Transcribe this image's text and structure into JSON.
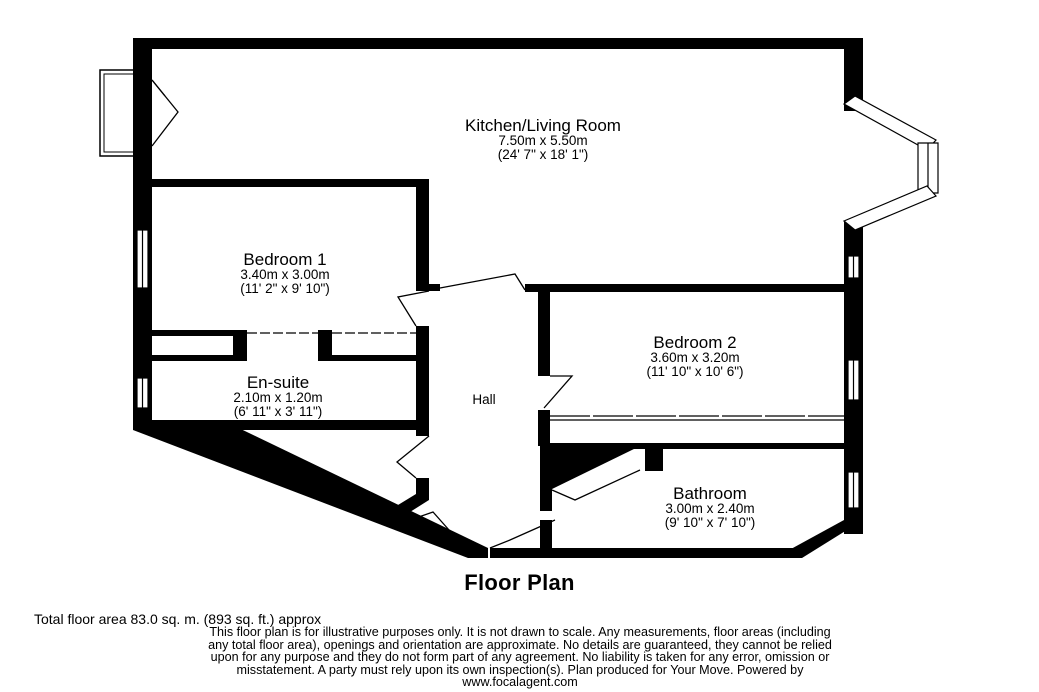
{
  "rooms": {
    "kitchen": {
      "name": "Kitchen/Living Room",
      "metric": "7.50m x 5.50m",
      "imperial": "(24' 7\" x 18' 1\")"
    },
    "bedroom1": {
      "name": "Bedroom 1",
      "metric": "3.40m x 3.00m",
      "imperial": "(11' 2\" x 9' 10\")"
    },
    "bedroom2": {
      "name": "Bedroom 2",
      "metric": "3.60m x 3.20m",
      "imperial": "(11' 10\" x 10' 6\")"
    },
    "ensuite": {
      "name": "En-suite",
      "metric": "2.10m x 1.20m",
      "imperial": "(6' 11\" x 3' 11\")"
    },
    "hall": {
      "name": "Hall"
    },
    "bathroom": {
      "name": "Bathroom",
      "metric": "3.00m x 2.40m",
      "imperial": "(9' 10\" x 7' 10\")"
    }
  },
  "footer": {
    "title": "Floor Plan",
    "total_area": "Total floor area 83.0 sq. m. (893 sq. ft.) approx",
    "disclaimer_lines": [
      "This floor plan is for illustrative purposes only. It is not drawn to scale. Any measurements, floor areas (including",
      "any total floor area), openings and orientation are approximate. No details are guaranteed, they cannot be relied",
      "upon for any purpose and they do not form part of any agreement. No liability is taken for any error, omission or",
      "misstatement. A party must rely upon its own inspection(s). Plan produced for Your Move. Powered by",
      "www.focalagent.com"
    ]
  },
  "colors": {
    "wall": "#000000",
    "background": "#ffffff"
  }
}
